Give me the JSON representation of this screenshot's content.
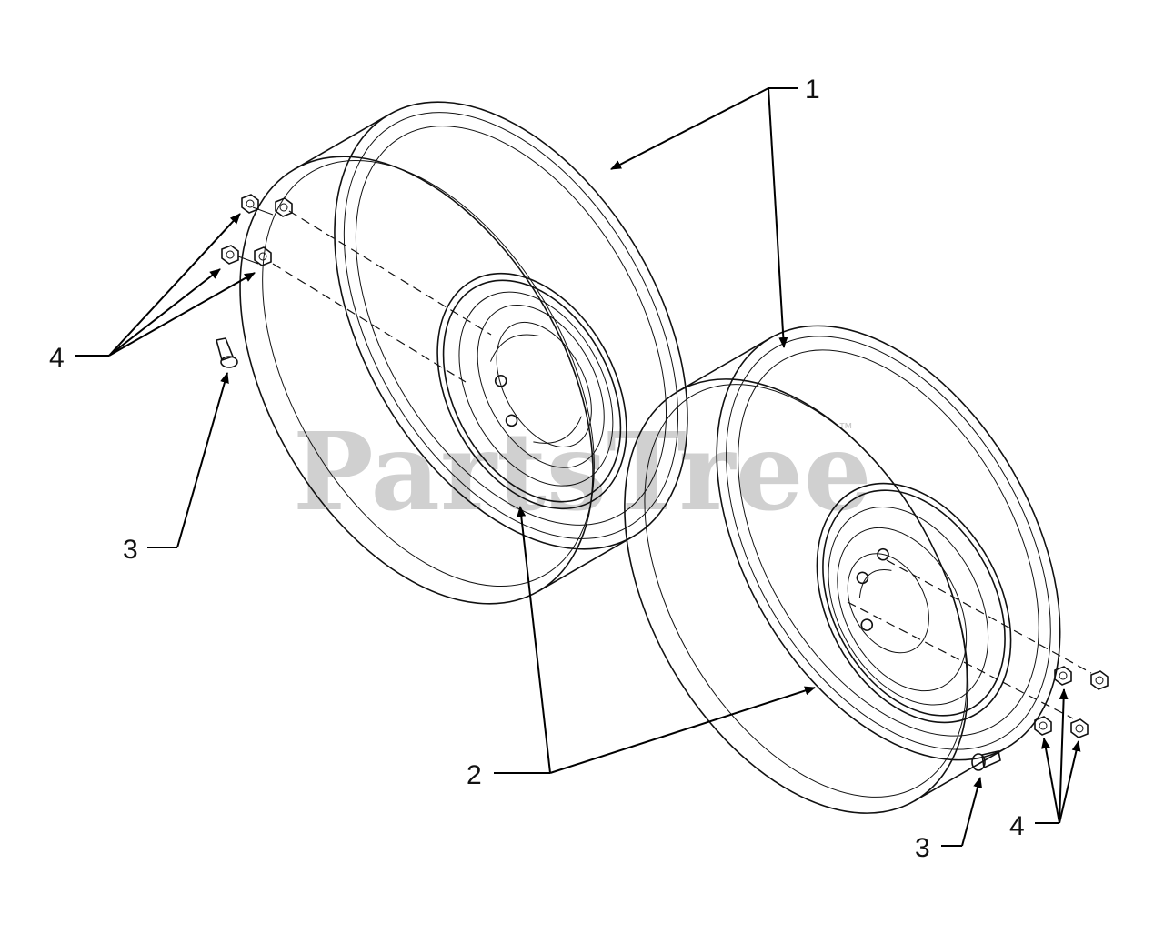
{
  "watermark": {
    "text": "PartsTree",
    "trademark": "™"
  },
  "callouts": [
    {
      "id": "1",
      "label": "1"
    },
    {
      "id": "2",
      "label": "2"
    },
    {
      "id": "3",
      "label": "3"
    },
    {
      "id": "4",
      "label": "4"
    }
  ]
}
